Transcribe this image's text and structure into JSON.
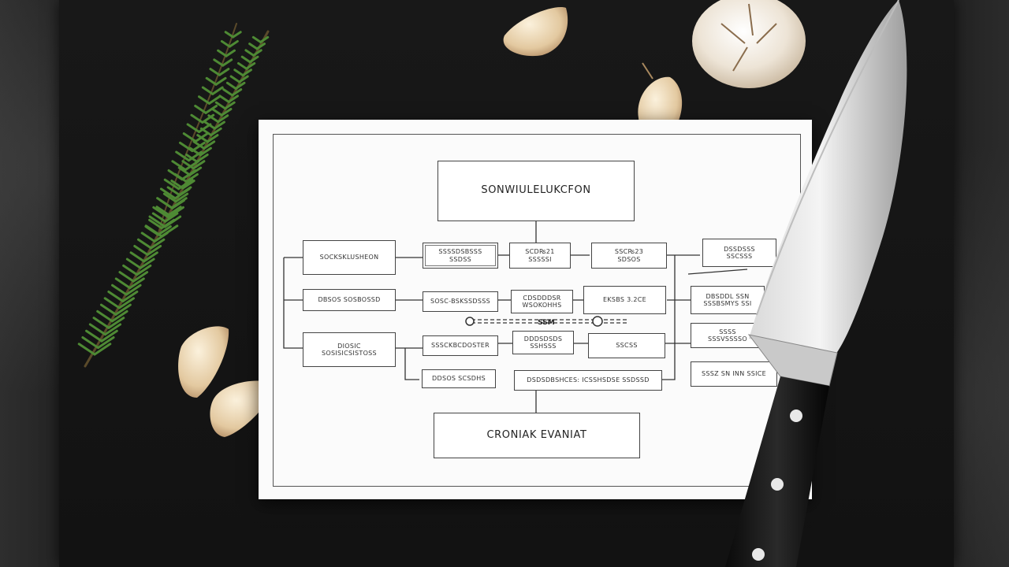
{
  "flowchart": {
    "title": "SONWIULELUKCFON",
    "bottom": "CRONIAK EVANIAT",
    "col1": [
      "SOCKSKLUSHEON",
      "DBSOS SOSBOSSD",
      "DIOSIC\nSOSISICSISTOSS"
    ],
    "col2": [
      "SSSSDSBSSS\nSSDSS",
      "SOSC-BSKSSDSSS",
      "SSSCKBCDOSTER",
      "DDSOS SCSDHS"
    ],
    "col3": [
      "SCD₨21\nSSSSSI",
      "CDSDDDSR\nWSOKOHHS",
      "DDDSDSDS\nSSHSSS"
    ],
    "col4": [
      "SSC₨23\nSDSOS",
      "EKSBS 3.2CE",
      "SSCSS"
    ],
    "wide": "DSDSDBSHCES: ICSSHSDSE SSDSSD",
    "dashed_label": "SSM",
    "right_col": [
      "DSSDSSS\nSSCSSS",
      "DBSDDL SSN\nSSSBSMYS SSI",
      "SSSS\nSSSVSSSSO",
      "SSSZ SN INN SSICE"
    ]
  }
}
